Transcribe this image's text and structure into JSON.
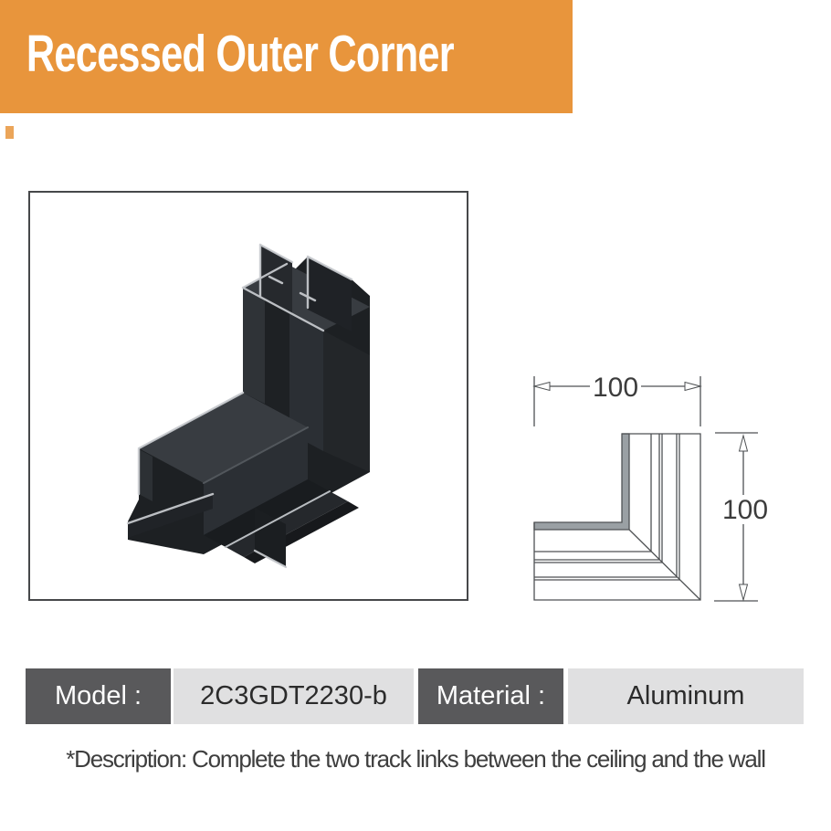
{
  "banner": {
    "title": "Recessed Outer Corner",
    "bg_color": "#E8953C",
    "text_color": "#FFFFFF"
  },
  "product_image": {
    "name": "recessed-outer-corner-3d-render",
    "body_color": "#1d2023",
    "edge_highlight_color": "#c9ccd0"
  },
  "dimension_drawing": {
    "width_label": "100",
    "height_label": "100",
    "line_color": "#4f5254"
  },
  "spec_bar": {
    "model_label": "Model :",
    "model_value": "2C3GDT2230-b",
    "material_label": "Material :",
    "material_value": "Aluminum",
    "label_bg": "#59595B",
    "value_bg": "#E0E0E1"
  },
  "description": "*Description: Complete the two track links between the ceiling and the wall"
}
